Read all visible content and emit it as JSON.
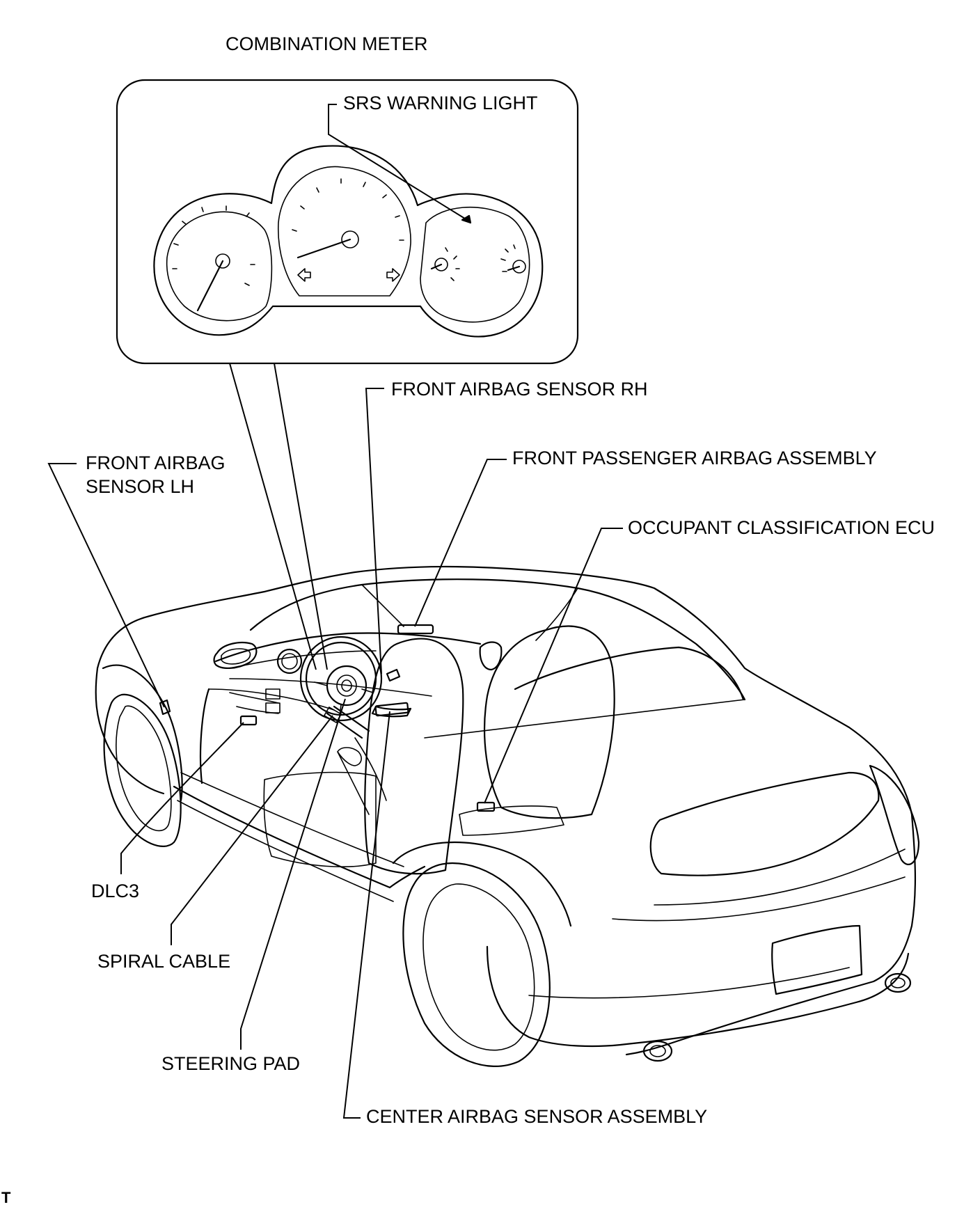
{
  "labels": {
    "combination_meter": "COMBINATION METER",
    "srs_warning_light": "SRS WARNING LIGHT",
    "front_airbag_sensor_rh": "FRONT AIRBAG SENSOR RH",
    "front_airbag_sensor_lh_line1": "FRONT AIRBAG",
    "front_airbag_sensor_lh_line2": "SENSOR LH",
    "front_passenger_airbag_assembly": "FRONT PASSENGER AIRBAG ASSEMBLY",
    "occupant_classification_ecu": "OCCUPANT CLASSIFICATION ECU",
    "dlc3": "DLC3",
    "spiral_cable": "SPIRAL CABLE",
    "steering_pad": "STEERING PAD",
    "center_airbag_sensor_assembly": "CENTER AIRBAG SENSOR ASSEMBLY",
    "corner_mark": "T"
  }
}
